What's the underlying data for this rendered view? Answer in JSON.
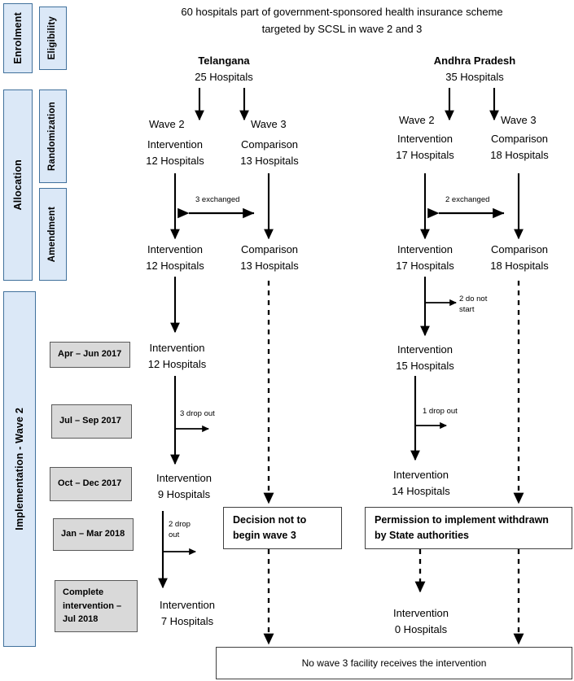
{
  "title": {
    "line1": "60 hospitals part of government-sponsored health insurance scheme",
    "line2": "targeted by SCSL in wave 2 and 3"
  },
  "phases": {
    "outer": [
      {
        "label": "Enrolment"
      },
      {
        "label": "Allocation"
      },
      {
        "label": "Implementation - Wave 2"
      }
    ],
    "inner": [
      {
        "label": "Eligibility"
      },
      {
        "label": "Randomization"
      },
      {
        "label": "Amendment"
      }
    ]
  },
  "periods": [
    {
      "label": "Apr – Jun 2017"
    },
    {
      "label": "Jul – Sep 2017"
    },
    {
      "label": "Oct – Dec 2017"
    },
    {
      "label": "Jan – Mar 2018"
    },
    {
      "label": "Complete\nintervention –\nJul  2018"
    }
  ],
  "states": {
    "telangana": {
      "name": "Telangana",
      "total": "25 Hospitals",
      "wave2_label": "Wave 2",
      "wave3_label": "Wave 3",
      "arm_intervention": "Intervention",
      "arm_intervention_n": "12 Hospitals",
      "arm_comparison": "Comparison",
      "arm_comparison_n": "13 Hospitals",
      "post_intervention": "Intervention",
      "post_intervention_n": "12 Hospitals",
      "post_comparison": "Comparison",
      "post_comparison_n": "13 Hospitals",
      "exchange_note": "3 exchanged",
      "q1_intervention": "Intervention",
      "q1_intervention_n": "12 Hospitals",
      "dropout1": "3 drop out",
      "q3_intervention": "Intervention",
      "q3_intervention_n": "9 Hospitals",
      "dropout2": "2 drop\nout",
      "final_intervention": "Intervention",
      "final_intervention_n": "7 Hospitals"
    },
    "andhra": {
      "name": "Andhra Pradesh",
      "total": "35 Hospitals",
      "wave2_label": "Wave 2",
      "wave3_label": "Wave 3",
      "arm_intervention": "Intervention",
      "arm_intervention_n": "17 Hospitals",
      "arm_comparison": "Comparison",
      "arm_comparison_n": "18 Hospitals",
      "post_intervention": "Intervention",
      "post_intervention_n": "17 Hospitals",
      "post_comparison": "Comparison",
      "post_comparison_n": "18 Hospitals",
      "exchange_note": "2 exchanged",
      "do_not_start": "2 do not\nstart",
      "q1_intervention": "Intervention",
      "q1_intervention_n": "15 Hospitals",
      "dropout1": "1 drop out",
      "q3_intervention": "Intervention",
      "q3_intervention_n": "14 Hospitals",
      "final_intervention": "Intervention",
      "final_intervention_n": "0 Hospitals"
    }
  },
  "outcome_boxes": {
    "decision": "Decision not to\nbegin wave 3",
    "permission": "Permission to implement withdrawn\nby State authorities",
    "final": "No wave 3 facility receives the intervention"
  },
  "colors": {
    "phase_fill": "#dbe8f7",
    "phase_border": "#41719c",
    "period_fill": "#d9d9d9",
    "period_border": "#595959",
    "box_border": "#404040",
    "wire": "#000000"
  }
}
